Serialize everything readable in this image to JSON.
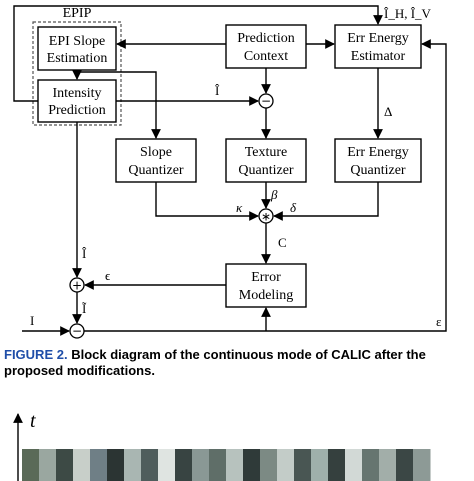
{
  "diagram": {
    "group_label": "EPIP",
    "blocks": {
      "epi_slope_estimation": [
        "EPI Slope",
        "Estimation"
      ],
      "intensity_prediction": [
        "Intensity",
        "Prediction"
      ],
      "prediction_context": [
        "Prediction",
        "Context"
      ],
      "err_energy_estimator": [
        "Err Energy",
        "Estimator"
      ],
      "slope_quantizer": [
        "Slope",
        "Quantizer"
      ],
      "texture_quantizer": [
        "Texture",
        "Quantizer"
      ],
      "err_energy_quantizer": [
        "Err Energy",
        "Quantizer"
      ],
      "error_modeling": [
        "Error",
        "Modeling"
      ]
    },
    "operators": {
      "minus": "−",
      "plus": "+",
      "star": "∗"
    },
    "signals": {
      "ihv": "Î_H, Î_V",
      "ihat_top": "Î",
      "delta_upper": "Δ",
      "beta": "β",
      "kappa": "κ",
      "delta_lower": "δ",
      "c": "C",
      "ihat_left": "Î",
      "epsilon_small": "ϵ",
      "itilde": "Ĩ",
      "i_input": "I",
      "epsilon_out": "ε"
    }
  },
  "caption": {
    "figure_label": "FIGURE 2.",
    "text": "Block diagram of the continuous mode of CALIC after the proposed modifications."
  },
  "lower_figure": {
    "axis_label": "t",
    "strip_colors": [
      "#5a6a58",
      "#9aa7a0",
      "#3d4a45",
      "#c8cfc9",
      "#6f7f86",
      "#2b3433",
      "#a9b6b2",
      "#4f5d5c",
      "#dfe4e1",
      "#384442",
      "#8a9895",
      "#5f6e68",
      "#b7c2be",
      "#2f3a39",
      "#7c8a84",
      "#c3ccc8",
      "#495653",
      "#9fb0ab",
      "#35403e",
      "#d2d9d6",
      "#667570",
      "#a2aea9",
      "#3b4745",
      "#8d9a96"
    ]
  }
}
